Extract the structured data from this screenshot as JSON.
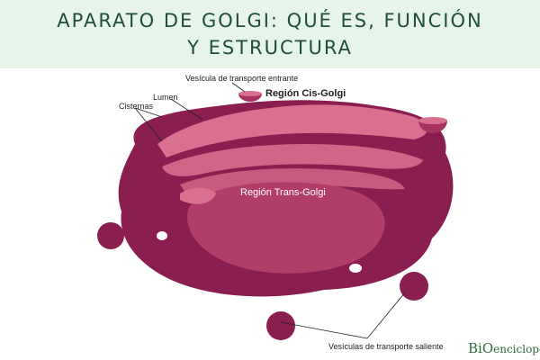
{
  "header": {
    "title_line1": "APARATO DE GOLGI: QUÉ ES, FUNCIÓN",
    "title_line2": "Y ESTRUCTURA"
  },
  "labels": {
    "incoming_vesicle": "Vesícula de transporte entrante",
    "cis": "Región Cis-Golgi",
    "lumen": "Lumen",
    "cisternae": "Cisternas",
    "trans": "Región Trans-Golgi",
    "outgoing_vesicles": "Vesículas de transporte saliente"
  },
  "logo": {
    "text": "BiOenciclopedia"
  },
  "colors": {
    "dark": "#8b1e50",
    "mid": "#a8325f",
    "light": "#d9708f",
    "header_bg": "#e6f4ea",
    "title": "#1f4e3d"
  }
}
